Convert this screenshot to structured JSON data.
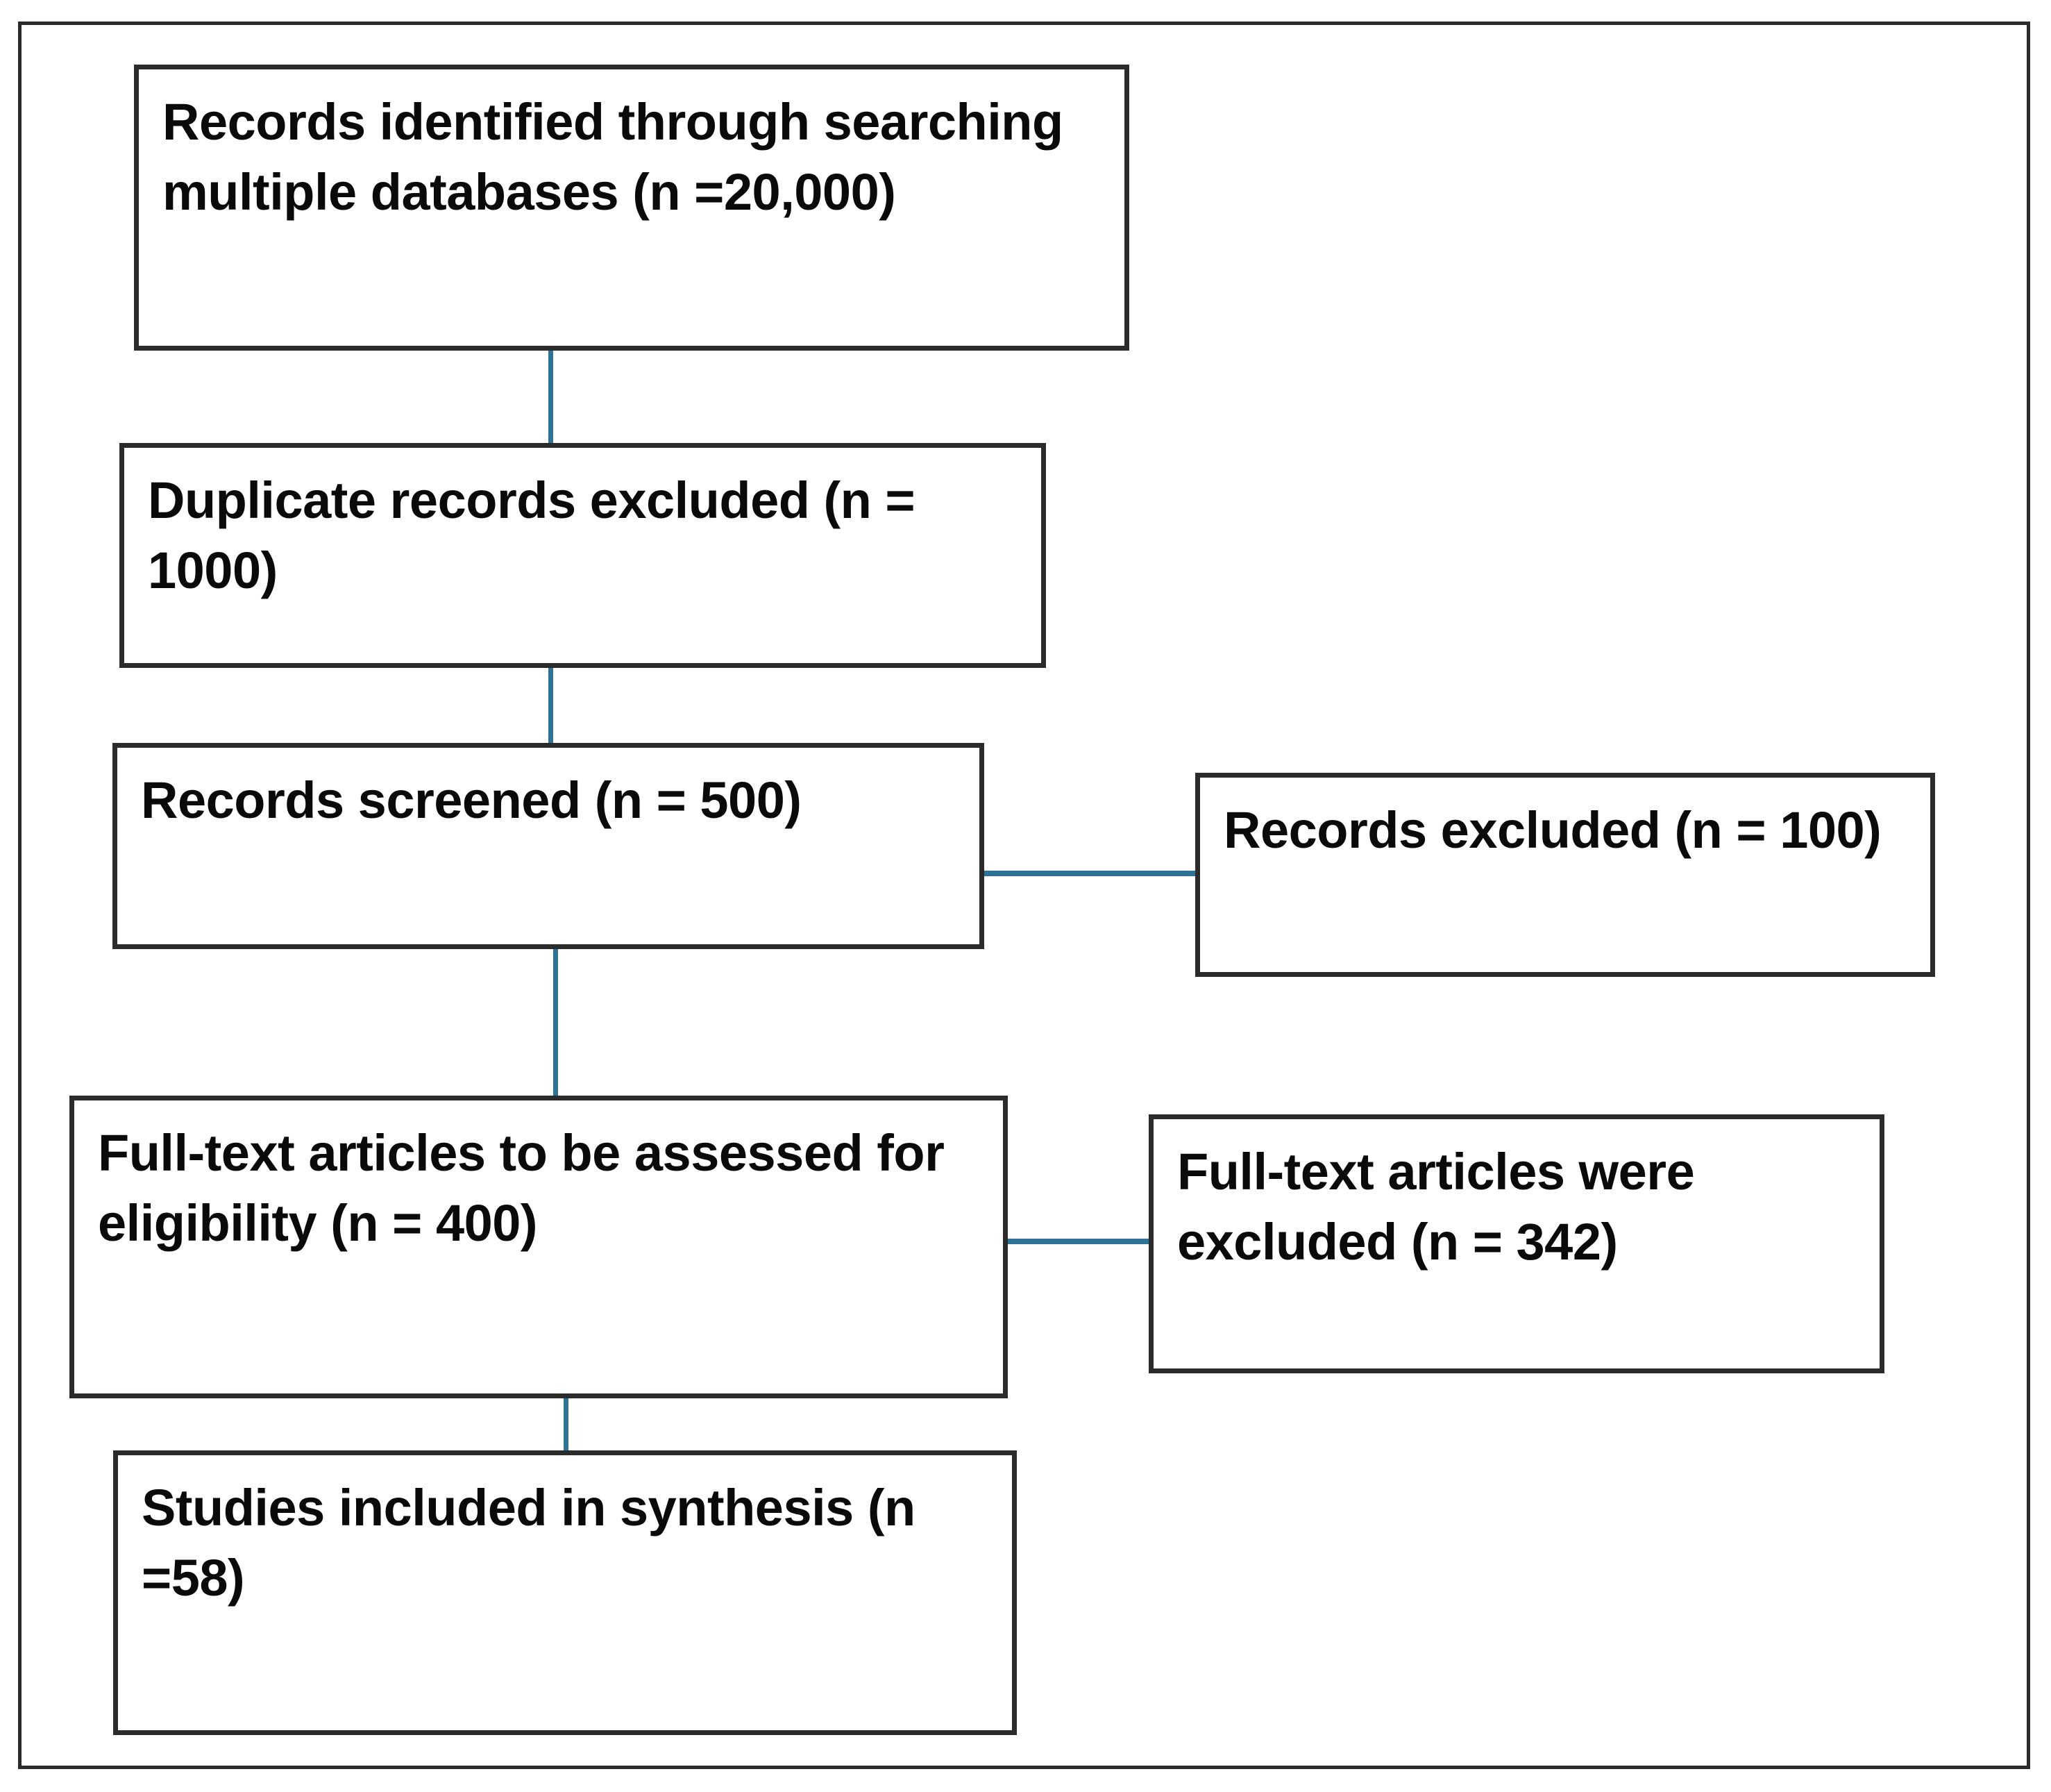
{
  "figure": {
    "type": "prisma-flow-diagram",
    "title": "",
    "border_color": "#2b2b2b",
    "connector_color": "#2e7296",
    "background": "#ffffff"
  },
  "nodes": [
    {
      "id": "records-identified",
      "text": "Records identified through searching multiple databases (n =20,000)",
      "count_label": "(n =20,000)",
      "count": 20000,
      "stage": "identification"
    },
    {
      "id": "duplicates-excluded",
      "text": "Duplicate records excluded (n = 1000)",
      "count_label": "(n = 1000)",
      "count": 1000,
      "stage": "identification"
    },
    {
      "id": "records-screened",
      "text": "Records screened (n = 500)",
      "count_label": "(n = 500)",
      "count": 500,
      "stage": "screening"
    },
    {
      "id": "records-excluded",
      "text": "Records excluded (n = 100)",
      "count_label": "(n = 100)",
      "count": 100,
      "stage": "screening"
    },
    {
      "id": "fulltext-assessed",
      "text": "Full-text articles to be assessed for eligibility (n = 400)",
      "count_label": "(n = 400)",
      "count": 400,
      "stage": "eligibility"
    },
    {
      "id": "fulltext-excluded",
      "text": "Full-text articles were excluded (n = 342)",
      "count_label": "(n = 342)",
      "count": 342,
      "stage": "eligibility"
    },
    {
      "id": "studies-included",
      "text": "Studies included in synthesis (n =58)",
      "count_label": "(n =58)",
      "count": 58,
      "stage": "included"
    }
  ],
  "edges": [
    {
      "id": "edge-identified-to-duplicates",
      "from": "records-identified",
      "to": "duplicates-excluded",
      "orientation": "vertical"
    },
    {
      "id": "edge-duplicates-to-screened",
      "from": "duplicates-excluded",
      "to": "records-screened",
      "orientation": "vertical"
    },
    {
      "id": "edge-screened-to-excluded",
      "from": "records-screened",
      "to": "records-excluded",
      "orientation": "horizontal"
    },
    {
      "id": "edge-screened-to-fulltext",
      "from": "records-screened",
      "to": "fulltext-assessed",
      "orientation": "vertical"
    },
    {
      "id": "edge-fulltext-to-excluded",
      "from": "fulltext-assessed",
      "to": "fulltext-excluded",
      "orientation": "horizontal"
    },
    {
      "id": "edge-fulltext-to-included",
      "from": "fulltext-assessed",
      "to": "studies-included",
      "orientation": "vertical"
    }
  ]
}
